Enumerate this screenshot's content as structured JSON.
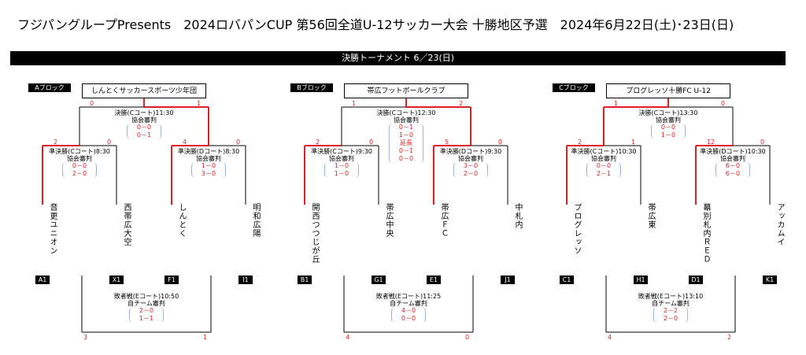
{
  "header": {
    "title": "フジパングループPresents　2024ロバパンCUP 第56回全道U-12サッカー大会 十勝地区予選　2024年6月22日(土)･23日(日)",
    "banner": "決勝トーナメント 6／23(日)"
  },
  "blocks": [
    {
      "tag": "Aブロック",
      "champion": "しんとくサッカースポーツ少年団",
      "final": {
        "title": "決勝(Cコート)11:30",
        "referee": "協会審判",
        "scores": [
          "0－0",
          "0－1"
        ],
        "left": "0",
        "right": "1"
      },
      "semi_left": {
        "title": "準決勝(Cコート)8:30",
        "referee": "協会審判",
        "scores": [
          "0－0",
          "2－0"
        ],
        "left": "2",
        "right": "0"
      },
      "semi_right": {
        "title": "準決勝(Dコート)8:30",
        "referee": "協会審判",
        "scores": [
          "1－0",
          "3－0"
        ],
        "left": "4",
        "right": "0"
      },
      "teams": [
        "音更ユニオン",
        "西帯広大空",
        "しんとく",
        "明和広陽"
      ],
      "labels": [
        "A1",
        "X1",
        "F1",
        "I1"
      ],
      "third": {
        "title": "敗者戦(Eコート)10:50",
        "referee": "自チーム審判",
        "scores": [
          "2－0",
          "1－1"
        ],
        "left": "3",
        "right": "1"
      }
    },
    {
      "tag": "Bブロック",
      "champion": "帯広フットボールクラブ",
      "final": {
        "title": "決勝(Cコート)12:30",
        "referee": "協会審判",
        "scores": [
          "0－1",
          "1－0",
          "延長",
          "0－1",
          "0－0"
        ],
        "left": "1",
        "right": "2"
      },
      "semi_left": {
        "title": "準決勝(Cコート)9:30",
        "referee": "協会審判",
        "scores": [
          "1－0",
          "1－0"
        ],
        "left": "2",
        "right": "0"
      },
      "semi_right": {
        "title": "準決勝(Dコート)9:30",
        "referee": "協会審判",
        "scores": [
          "3－0",
          "2－0"
        ],
        "left": "5",
        "right": "0"
      },
      "teams": [
        "開西つつじが丘",
        "帯広中央",
        "帯広ＦＣ",
        "中札内"
      ],
      "labels": [
        "B1",
        "G1",
        "E1",
        "J1"
      ],
      "third": {
        "title": "敗者戦(Eコート)11:25",
        "referee": "自チーム審判",
        "scores": [
          "4－0",
          "0－0"
        ],
        "left": "4",
        "right": "0"
      }
    },
    {
      "tag": "Cブロック",
      "champion": "プログレッソ十勝FC U-12",
      "final": {
        "title": "決勝(Cコート)13:30",
        "referee": "協会審判",
        "scores": [
          "0－0",
          "1－0"
        ],
        "left": "1",
        "right": "0"
      },
      "semi_left": {
        "title": "準決勝(Cコート)10:30",
        "referee": "協会審判",
        "scores": [
          "0－0",
          "2－1"
        ],
        "left": "2",
        "right": "1"
      },
      "semi_right": {
        "title": "準決勝(Dコート)10:30",
        "referee": "協会審判",
        "scores": [
          "6－0",
          "6－0"
        ],
        "left": "12",
        "right": "0"
      },
      "teams": [
        "プログレッソ",
        "帯広東",
        "幕別札内ＲＥＤ",
        "アッカムイ"
      ],
      "labels": [
        "C1",
        "H1",
        "D1",
        "K1"
      ],
      "third": {
        "title": "敗者戦(Eコート)13:10",
        "referee": "自チーム審判",
        "scores": [
          "2－2",
          "2－0"
        ],
        "left": "4",
        "right": "2"
      }
    }
  ],
  "colors": {
    "winner_line": "#e02020",
    "line": "#000000",
    "score_bracket": "#9fb6d6"
  }
}
